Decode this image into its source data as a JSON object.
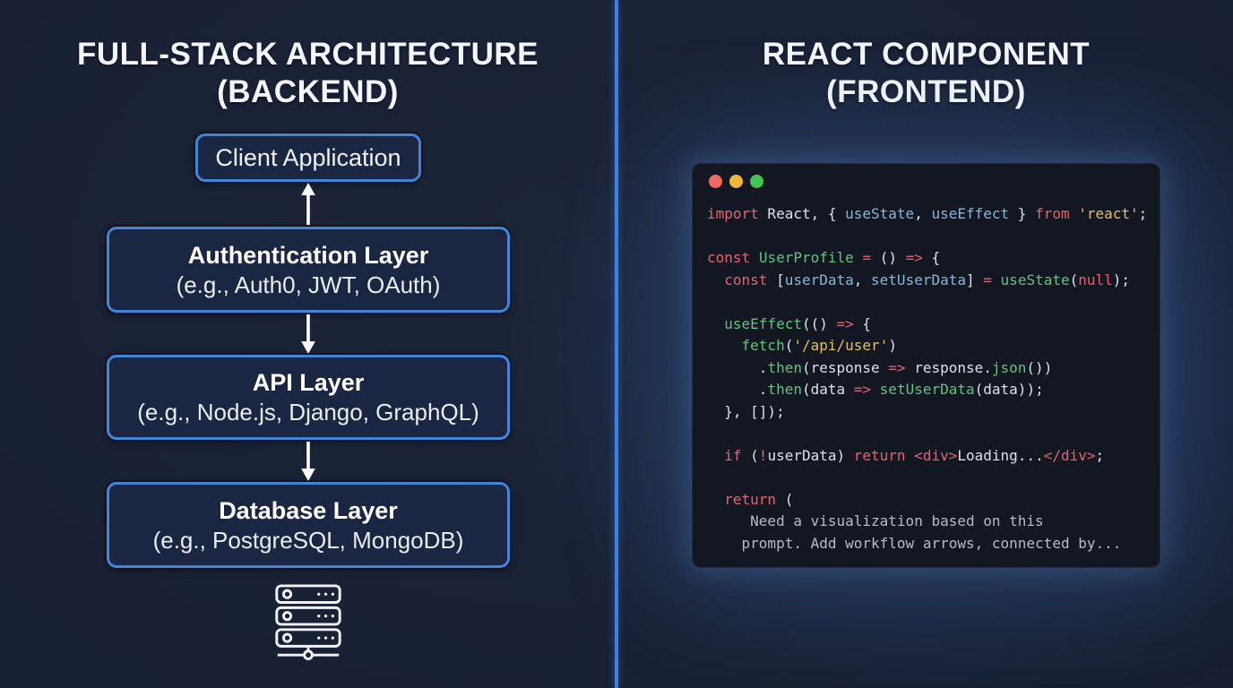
{
  "left": {
    "title_line1": "FULL-STACK ARCHITECTURE",
    "title_line2": "(BACKEND)",
    "boxes": {
      "client": {
        "title": "Client Application"
      },
      "auth": {
        "title": "Authentication Layer",
        "subtitle": "(e.g., Auth0, JWT, OAuth)"
      },
      "api": {
        "title": "API Layer",
        "subtitle": "(e.g., Node.js, Django, GraphQL)"
      },
      "database": {
        "title": "Database Layer",
        "subtitle": "(e.g., PostgreSQL, MongoDB)"
      }
    },
    "icons": [
      "arrow-up",
      "arrow-down",
      "arrow-down",
      "server-stack"
    ]
  },
  "right": {
    "title_line1": "REACT COMPONENT",
    "title_line2": "(FRONTEND)",
    "window": {
      "traffic_lights": [
        "#f16a5e",
        "#f5b43c",
        "#3ec554"
      ],
      "code_lines": [
        [
          [
            "kw",
            "import"
          ],
          [
            "pl",
            " React, { "
          ],
          [
            "vr",
            "useState"
          ],
          [
            "pl",
            ", "
          ],
          [
            "vr",
            "useEffect"
          ],
          [
            "pl",
            " } "
          ],
          [
            "kw",
            "from"
          ],
          [
            "pl",
            " "
          ],
          [
            "st",
            "'react'"
          ],
          [
            "pl",
            ";"
          ]
        ],
        [],
        [
          [
            "kw",
            "const"
          ],
          [
            "pl",
            " "
          ],
          [
            "fn",
            "UserProfile"
          ],
          [
            "pl",
            " "
          ],
          [
            "kw",
            "="
          ],
          [
            "pl",
            " () "
          ],
          [
            "kw",
            "=>"
          ],
          [
            "pl",
            " {"
          ]
        ],
        [
          [
            "pl",
            "  "
          ],
          [
            "kw",
            "const"
          ],
          [
            "pl",
            " ["
          ],
          [
            "vr",
            "userData"
          ],
          [
            "pl",
            ", "
          ],
          [
            "vr",
            "setUserData"
          ],
          [
            "pl",
            "] "
          ],
          [
            "kw",
            "="
          ],
          [
            "pl",
            " "
          ],
          [
            "fn",
            "useState"
          ],
          [
            "pl",
            "("
          ],
          [
            "kw",
            "null"
          ],
          [
            "pl",
            ");"
          ]
        ],
        [],
        [
          [
            "pl",
            "  "
          ],
          [
            "fn",
            "useEffect"
          ],
          [
            "pl",
            "(() "
          ],
          [
            "kw",
            "=>"
          ],
          [
            "pl",
            " {"
          ]
        ],
        [
          [
            "pl",
            "    "
          ],
          [
            "fn",
            "fetch"
          ],
          [
            "pl",
            "("
          ],
          [
            "st",
            "'/api/user'"
          ],
          [
            "pl",
            ")"
          ]
        ],
        [
          [
            "pl",
            "      ."
          ],
          [
            "fn",
            "then"
          ],
          [
            "pl",
            "(response "
          ],
          [
            "kw",
            "=>"
          ],
          [
            "pl",
            " response."
          ],
          [
            "fn",
            "json"
          ],
          [
            "pl",
            "())"
          ]
        ],
        [
          [
            "pl",
            "      ."
          ],
          [
            "fn",
            "then"
          ],
          [
            "pl",
            "(data "
          ],
          [
            "kw",
            "=>"
          ],
          [
            "pl",
            " "
          ],
          [
            "fn",
            "setUserData"
          ],
          [
            "pl",
            "(data));"
          ]
        ],
        [
          [
            "pl",
            "  }, []);"
          ]
        ],
        [],
        [
          [
            "pl",
            "  "
          ],
          [
            "kw",
            "if"
          ],
          [
            "pl",
            " ("
          ],
          [
            "kw",
            "!"
          ],
          [
            "pl",
            "userData) "
          ],
          [
            "kw",
            "return"
          ],
          [
            "pl",
            " "
          ],
          [
            "kw",
            "<div>"
          ],
          [
            "pl",
            "Loading..."
          ],
          [
            "kw",
            "</div>"
          ],
          [
            "pl",
            ";"
          ]
        ],
        [],
        [
          [
            "pl",
            "  "
          ],
          [
            "kw",
            "return"
          ],
          [
            "pl",
            " ("
          ]
        ],
        [
          [
            "gy",
            "     Need a visualization based on this"
          ]
        ],
        [
          [
            "gy",
            "    prompt. Add workflow arrows, connected by..."
          ]
        ]
      ]
    }
  },
  "colors": {
    "accent_blue": "#4285d8",
    "divider_blue": "#4080e0",
    "box_bg": "#1b2642",
    "window_bg": "#131722",
    "code_keyword": "#e2646f",
    "code_function": "#62c383",
    "code_variable": "#86b7da",
    "code_string": "#e2c068",
    "code_plain": "#dce2eb",
    "code_muted": "#b6bcc6"
  }
}
